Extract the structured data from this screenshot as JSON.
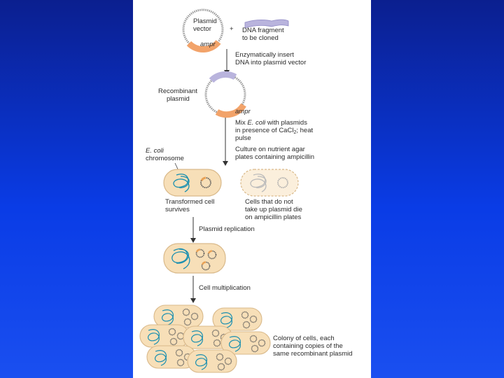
{
  "labels": {
    "plasmid_vector": [
      "Plasmid",
      "vector"
    ],
    "plus": "+",
    "dna_fragment": [
      "DNA fragment",
      "to be cloned"
    ],
    "amp_r_1": "ampr",
    "amp_r_2": "ampr",
    "step_insert": [
      "Enzymatically insert",
      "DNA into plasmid vector"
    ],
    "recombinant_plasmid": [
      "Recombinant",
      "plasmid"
    ],
    "step_mix_italic": "E. coli",
    "step_mix_prefix": "Mix ",
    "step_mix_suffix": " with plasmids",
    "step_mix_line2_prefix": "in presence of CaCl",
    "step_mix_line2_sub": "2",
    "step_mix_line2_suffix": "; heat",
    "step_mix_line3": "pulse",
    "step_culture": [
      "Culture on nutrient agar",
      "plates containing ampicillin"
    ],
    "ecoli_chromosome_italic": "E. coli",
    "ecoli_chromosome_word": "chromosome",
    "transformed_cell": [
      "Transformed cell",
      "survives"
    ],
    "cells_die": [
      "Cells that do not",
      "take up plasmid die",
      "on ampicillin plates"
    ],
    "step_replication": "Plasmid replication",
    "step_multiplication": "Cell multiplication",
    "colony": [
      "Colony of cells, each",
      "containing copies of the",
      "same recombinant plasmid"
    ]
  },
  "colors": {
    "background_top": "#0b1f8f",
    "background_bottom": "#1a4ff0",
    "panel": "#ffffff",
    "cell_fill": "#f7dfb8",
    "cell_stroke": "#d9b98a",
    "plasmid_dna": "#9a9a9a",
    "insert_fill": "#b9b4dd",
    "amp_fill": "#f2a36a",
    "chromosome": "#1a8fb0",
    "plasmid_orange": "#e8a257"
  }
}
